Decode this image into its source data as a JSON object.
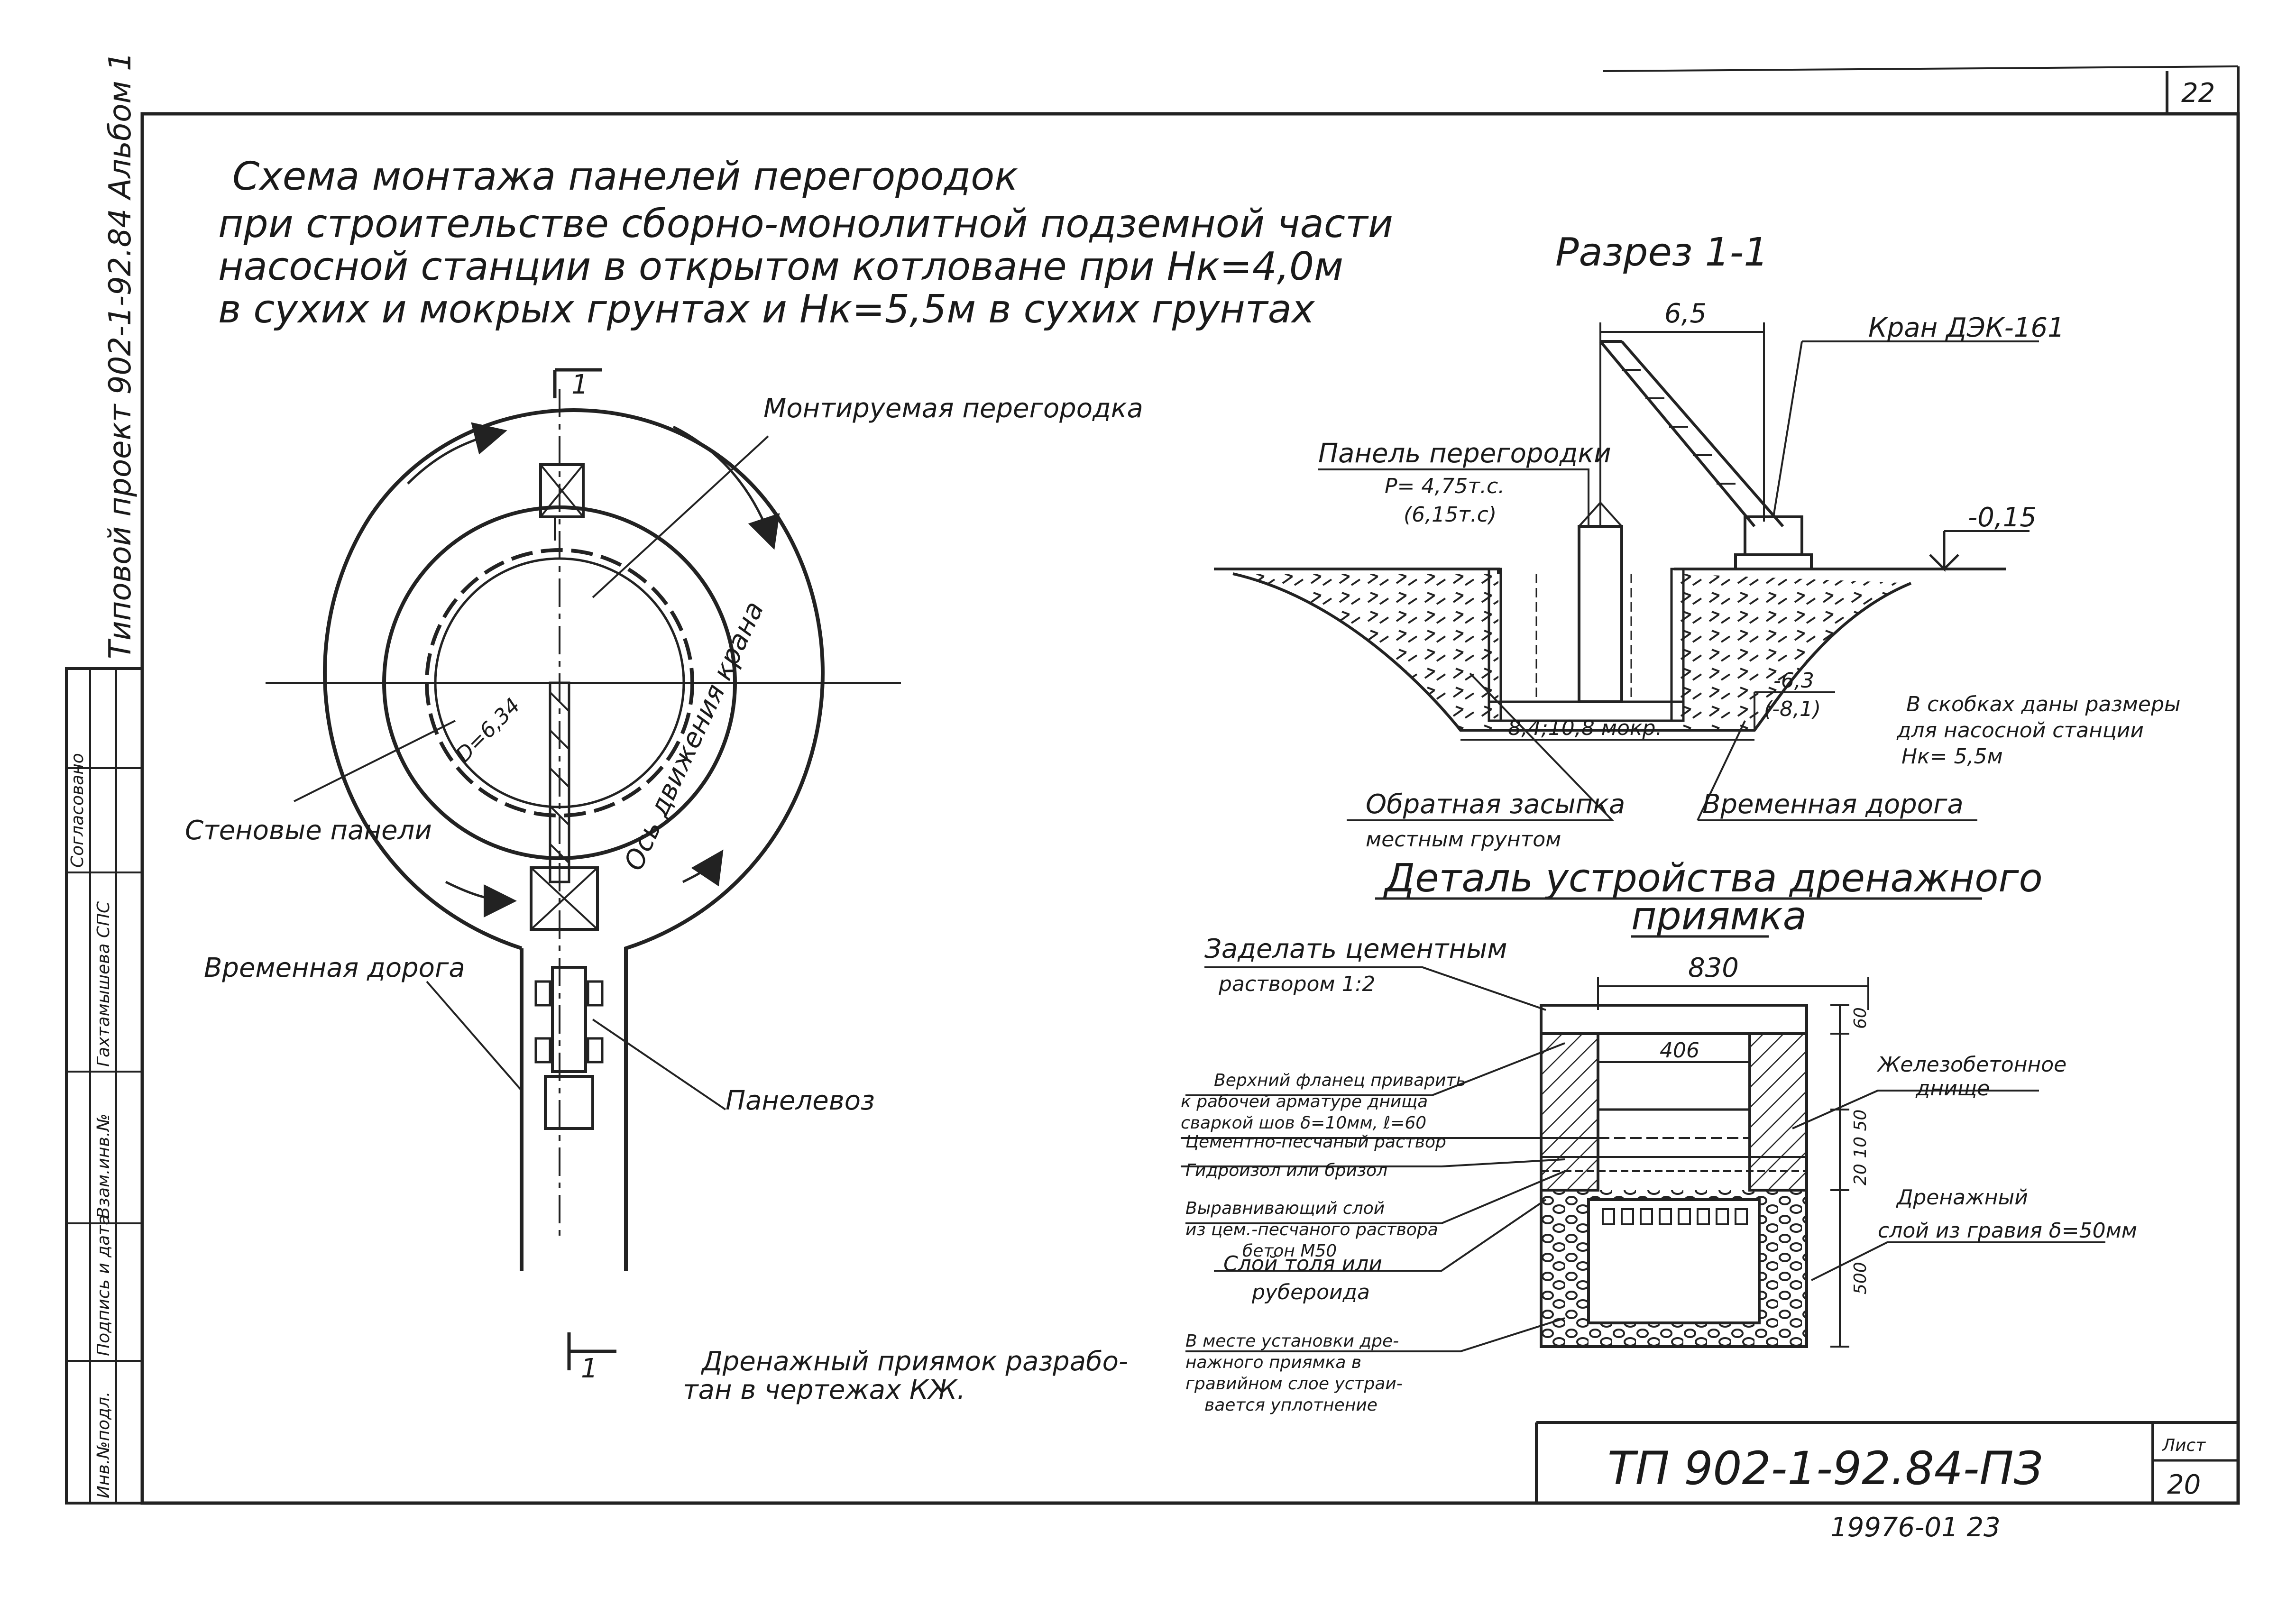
{
  "sheet": {
    "page_number": "22",
    "side_title": "Типовой проект 902-1-92.84 Альбом 1",
    "side_block_labels": [
      "Согласовано",
      "Гахтамышева СПС",
      "Инв.№подл.",
      "Подпись и дата",
      "Взам.инв.№"
    ]
  },
  "title": {
    "line1": "Схема монтажа панелей перегородок",
    "line2": "при строительстве сборно-монолитной подземной части",
    "line3": "насосной станции в открытом котловане при Нк=4,0м",
    "line4": "в сухих и мокрых грунтах и Нк=5,5м в сухих грунтах"
  },
  "plan": {
    "section_mark": "1",
    "section_mark_bottom": "1",
    "diameter_label": "D=6,34",
    "label_partition": "Монтируемая перегородка",
    "label_wall_panels": "Стеновые панели",
    "label_crane_axis": "Ось движения крана",
    "label_temp_road": "Временная дорога",
    "label_panel_truck": "Панелевоз"
  },
  "section": {
    "title": "Разрез 1-1",
    "dim_reach": "6,5",
    "crane_label": "Кран ДЭК-161",
    "panel_label": "Панель перегородки",
    "panel_weight": "Р= 4,75т.с.",
    "panel_weight_alt": "(6,15т.с)",
    "level_top": "-0,15",
    "level_bottom": "-6,3",
    "level_bottom_alt": "(-8,1)",
    "dim_bottom": "8,4;10,8 мокр.",
    "label_backfill_1": "Обратная засыпка",
    "label_backfill_2": "местным грунтом",
    "label_temp_road": "Временная дорога",
    "note_1": "В скобках даны размеры",
    "note_2": "для насосной станции",
    "note_3": "Нк= 5,5м"
  },
  "detail": {
    "title_1": "Деталь устройства дренажного",
    "title_2": "приямка",
    "dim_outer": "830",
    "dim_inner": "406",
    "dim_60": "60",
    "dim_20_10_50": "20 10 50",
    "dim_500": "500",
    "label_mortar_1": "Заделать цементным",
    "label_mortar_2": "раствором 1:2",
    "label_flange_1": "Верхний фланец приварить",
    "label_flange_2": "к рабочей арматуре днища",
    "label_flange_3": "сваркой шов δ=10мм, ℓ=60",
    "label_sand_mortar": "Цементно-песчаный раствор",
    "label_waterproof": "Гидроизол или бризол",
    "label_leveling_1": "Выравнивающий слой",
    "label_leveling_2": "из цем.-песчаного раствора",
    "label_leveling_3": "бетон М50",
    "label_roofing_1": "Слой толя или",
    "label_roofing_2": "рубероида",
    "label_rc_bottom_1": "Железобетонное",
    "label_rc_bottom_2": "днище",
    "label_drain_layer_1": "Дренажный",
    "label_drain_layer_2": "слой из гравия δ=50мм",
    "label_compaction_1": "В месте установки дре-",
    "label_compaction_2": "нажного приямка в",
    "label_compaction_3": "гравийном слое устраи-",
    "label_compaction_4": "вается уплотнение"
  },
  "footnote": {
    "line1": "Дренажный приямок разрабо-",
    "line2": "тан в чертежах КЖ."
  },
  "stamp": {
    "code": "ТП 902-1-92.84-ПЗ",
    "sheet_label": "Лист",
    "sheet_number": "20"
  },
  "bottom_code": "19976-01 23"
}
